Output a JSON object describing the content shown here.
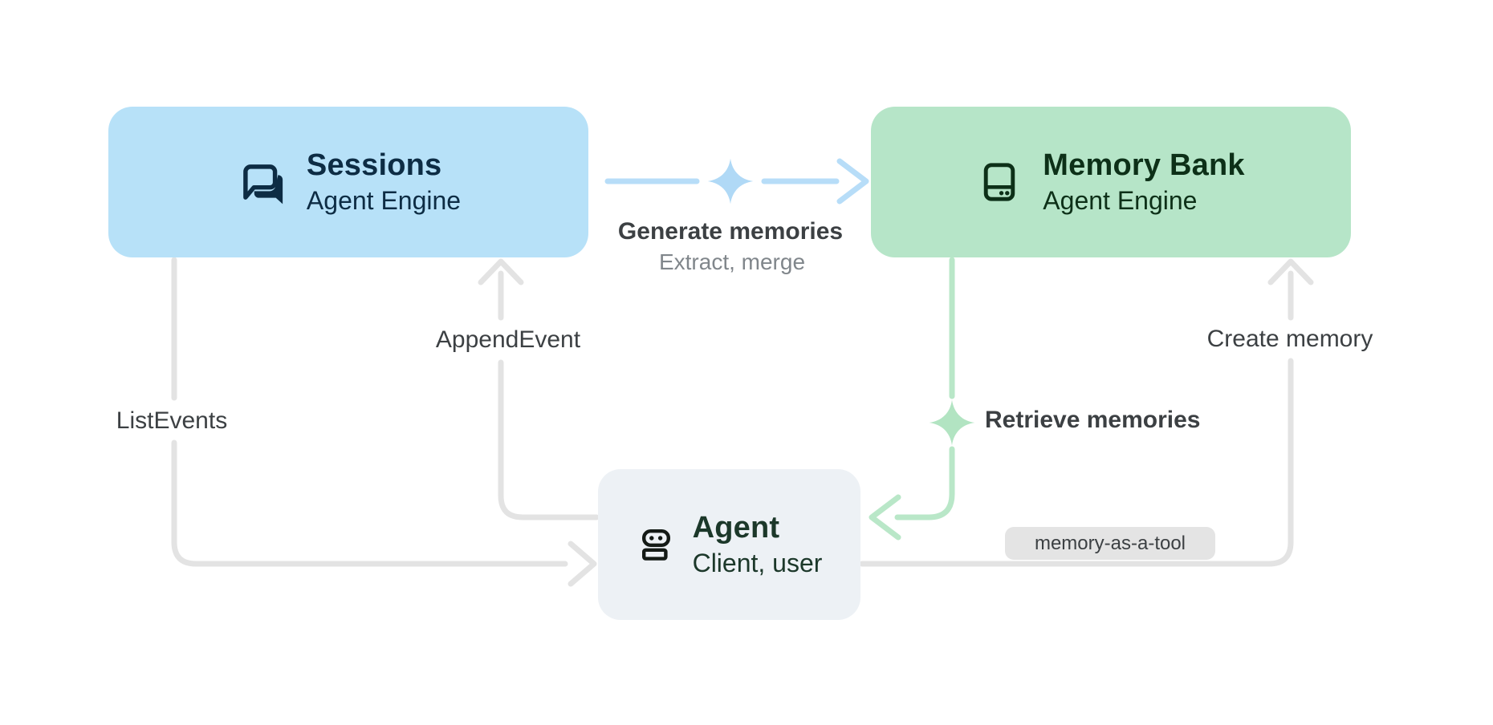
{
  "nodes": {
    "sessions": {
      "title": "Sessions",
      "subtitle": "Agent Engine",
      "bg": "#b7e1f8",
      "fg": "#0d2c44",
      "icon": "chat-icon"
    },
    "memory_bank": {
      "title": "Memory Bank",
      "subtitle": "Agent Engine",
      "bg": "#b6e5c8",
      "fg": "#0d3018",
      "icon": "storage-icon"
    },
    "agent": {
      "title": "Agent",
      "subtitle": "Client, user",
      "bg": "#edf1f5",
      "fg": "#1c382a",
      "icon": "robot-icon"
    }
  },
  "edges": {
    "generate": {
      "label": "Generate memories",
      "sublabel": "Extract, merge",
      "color": "#b7ddf8",
      "sparkle": "sparkle-icon",
      "from": "sessions",
      "to": "memory_bank"
    },
    "retrieve": {
      "label": "Retrieve memories",
      "color": "#b9e7c8",
      "sparkle": "sparkle-icon",
      "from": "memory_bank",
      "to": "agent"
    },
    "append_event": {
      "label": "AppendEvent",
      "color": "#e3e3e3",
      "from": "agent",
      "to": "sessions"
    },
    "list_events": {
      "label": "ListEvents",
      "color": "#e3e3e3",
      "from": "sessions",
      "to": "agent"
    },
    "create_memory": {
      "label": "Create memory",
      "badge": "memory-as-a-tool",
      "color": "#e3e3e3",
      "from": "agent",
      "to": "memory_bank"
    }
  },
  "colors": {
    "background": "#ffffff",
    "blue_fill": "#b7e1f8",
    "blue_sparkle": "#b0d9f6",
    "green_fill": "#b6e5c8",
    "green_sparkle": "#b2e4c2",
    "gray_line": "#e3e3e3",
    "label_text": "#3c4043",
    "muted_text": "#80868b",
    "badge_bg": "#e4e4e4"
  }
}
